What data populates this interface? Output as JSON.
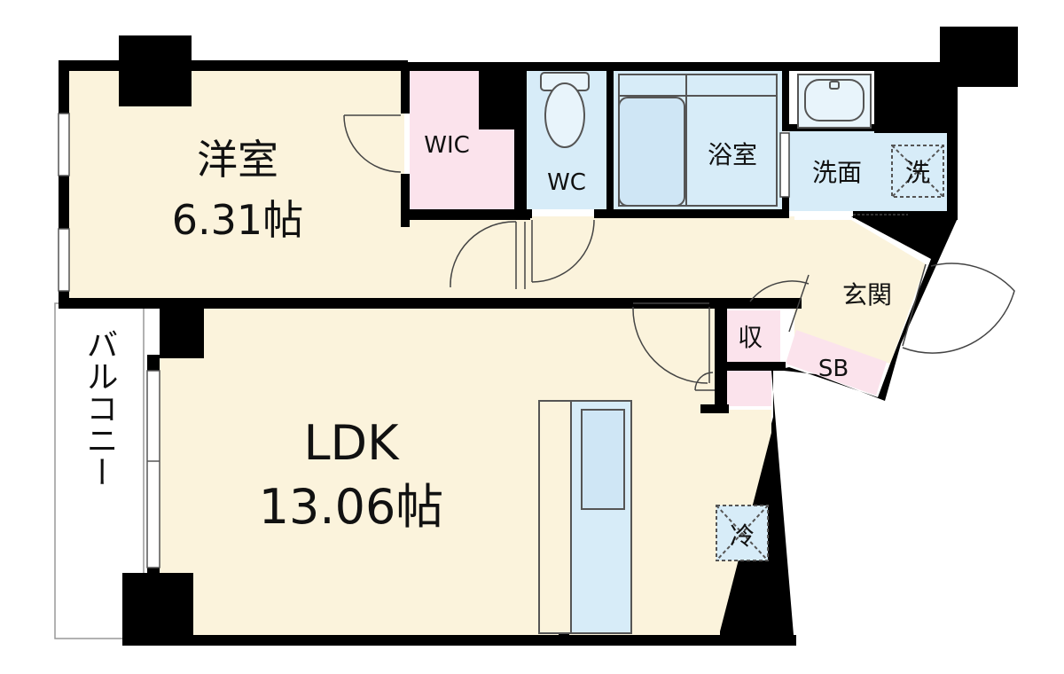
{
  "rooms": {
    "western": {
      "name": "洋室",
      "size": "6.31帖"
    },
    "wic": {
      "name": "WIC"
    },
    "wc": {
      "name": "WC"
    },
    "bath": {
      "name": "浴室"
    },
    "washroom": {
      "name": "洗面"
    },
    "washer": {
      "name": "洗"
    },
    "entrance": {
      "name": "玄関"
    },
    "storage": {
      "name": "収"
    },
    "shoebox": {
      "name": "SB"
    },
    "ldk": {
      "name": "LDK",
      "size": "13.06帖"
    },
    "fridge": {
      "name": "冷"
    },
    "balcony": {
      "name": "バルコニー"
    }
  },
  "colors": {
    "floor": "#fbf3dc",
    "closet": "#fbe3ec",
    "wet": "#d7ecf8",
    "wall": "#000000"
  }
}
